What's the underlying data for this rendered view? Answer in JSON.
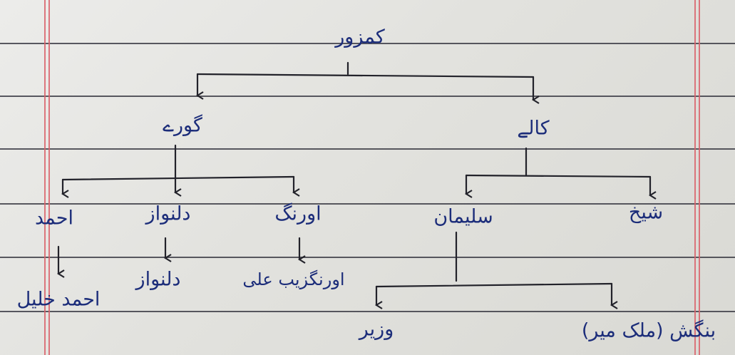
{
  "tree": {
    "root": "کمزور",
    "level1": {
      "left": "گورے",
      "right": "کالے"
    },
    "level2": {
      "ahmad": "احمد",
      "dilnawaz": "دلنواز",
      "aurangzeb": "اورنگ",
      "suleman": "سلیمان",
      "sheikh": "شیخ"
    },
    "level3": {
      "ahmad_khalil": "احمد خلیل",
      "dilnawaz": "دلنواز",
      "aurangzeb_ali": "اورنگزیب علی",
      "wazir": "وزیر",
      "malik_bangash": "(ملک میر) بنگش"
    }
  },
  "colors": {
    "ink_text": "#1c2d7a",
    "ink_lines": "#22222a",
    "rule_lines": "#3d3d46",
    "margin_lines": "#d9626a"
  }
}
